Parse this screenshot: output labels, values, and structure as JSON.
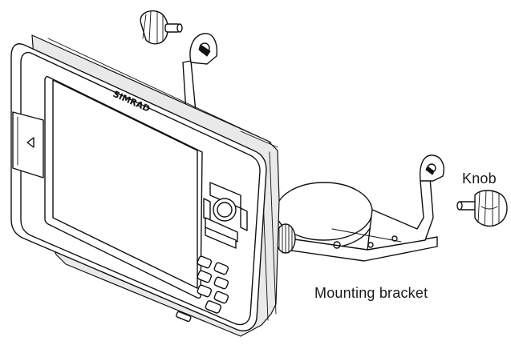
{
  "diagram": {
    "labels": {
      "knob": "Knob",
      "bracket": "Mounting bracket"
    },
    "brand_mark": "SIMRAD"
  }
}
